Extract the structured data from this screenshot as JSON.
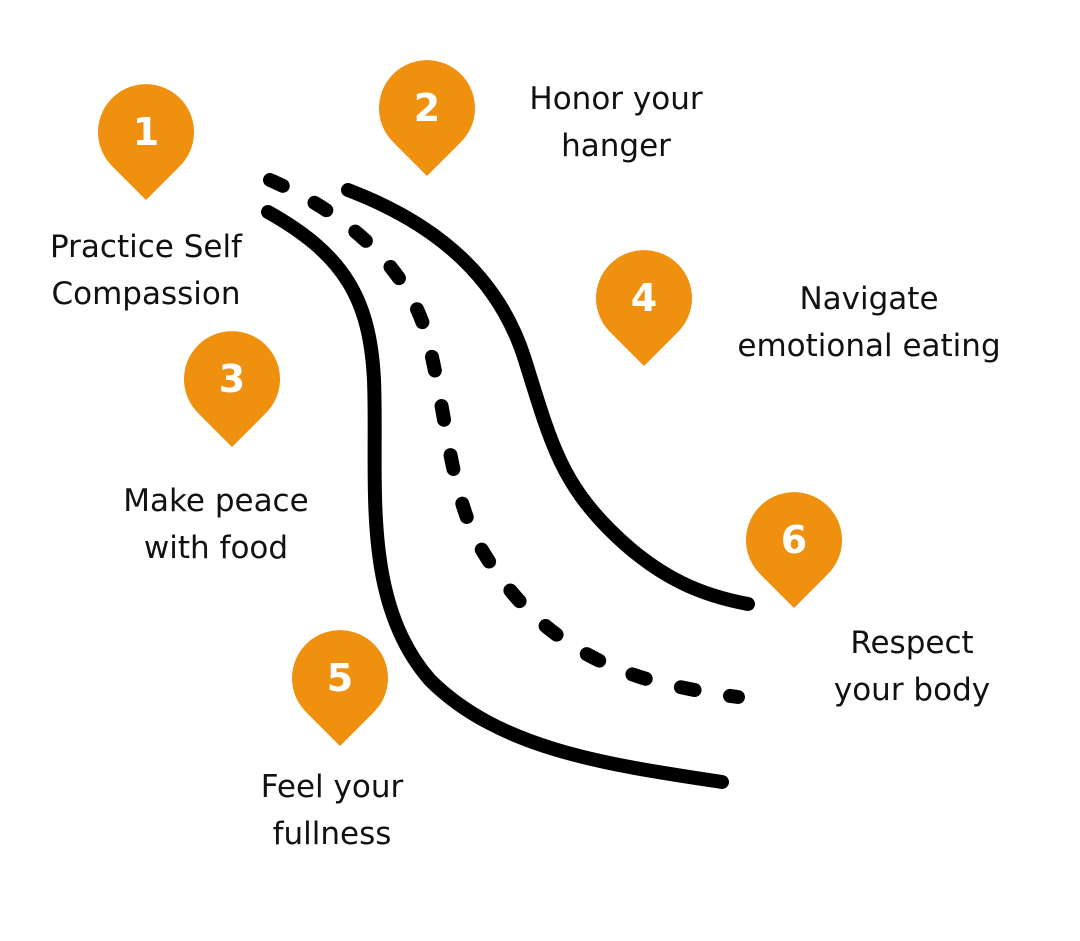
{
  "colors": {
    "pin": "#F0900F",
    "road": "#000000",
    "text": "#111111"
  },
  "icons": {
    "pin": "map-pin-icon",
    "road": "winding-road-icon"
  },
  "steps": [
    {
      "number": "1",
      "line1": "Practice Self",
      "line2": "Compassion"
    },
    {
      "number": "2",
      "line1": "Honor your",
      "line2": "hanger"
    },
    {
      "number": "3",
      "line1": "Make peace",
      "line2": "with food"
    },
    {
      "number": "4",
      "line1": "Navigate",
      "line2": "emotional eating"
    },
    {
      "number": "5",
      "line1": "Feel your",
      "line2": "fullness"
    },
    {
      "number": "6",
      "line1": "Respect",
      "line2": "your body"
    }
  ]
}
